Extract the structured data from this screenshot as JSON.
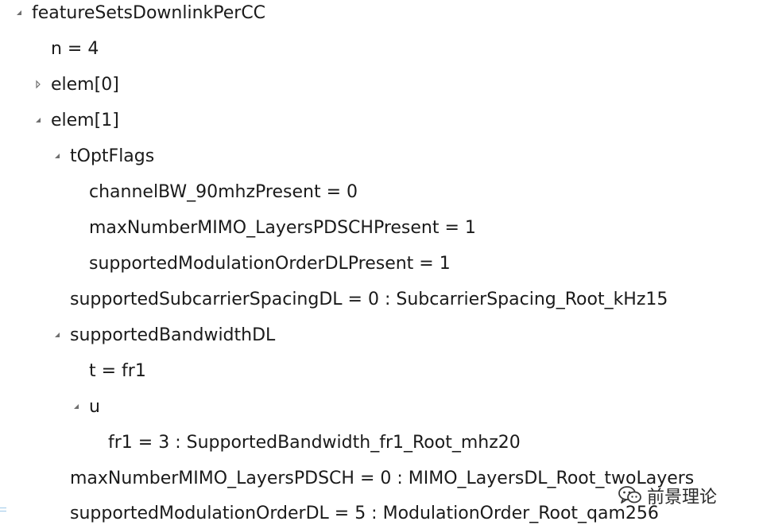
{
  "tree": {
    "rows": [
      {
        "text": "featureSetsDownlinkPerCC",
        "depth": 0,
        "toggle": "expanded"
      },
      {
        "text": "n = 4",
        "depth": 1,
        "toggle": "none"
      },
      {
        "text": "elem[0]",
        "depth": 1,
        "toggle": "collapsed"
      },
      {
        "text": "elem[1]",
        "depth": 1,
        "toggle": "expanded"
      },
      {
        "text": "tOptFlags",
        "depth": 2,
        "toggle": "expanded"
      },
      {
        "text": "channelBW_90mhzPresent = 0",
        "depth": 3,
        "toggle": "none"
      },
      {
        "text": "maxNumberMIMO_LayersPDSCHPresent = 1",
        "depth": 3,
        "toggle": "none"
      },
      {
        "text": "supportedModulationOrderDLPresent = 1",
        "depth": 3,
        "toggle": "none"
      },
      {
        "text": "supportedSubcarrierSpacingDL = 0 : SubcarrierSpacing_Root_kHz15",
        "depth": 2,
        "toggle": "none"
      },
      {
        "text": "supportedBandwidthDL",
        "depth": 2,
        "toggle": "expanded"
      },
      {
        "text": "t = fr1",
        "depth": 3,
        "toggle": "none"
      },
      {
        "text": "u",
        "depth": 3,
        "toggle": "expanded"
      },
      {
        "text": "fr1 = 3 : SupportedBandwidth_fr1_Root_mhz20",
        "depth": 4,
        "toggle": "none"
      },
      {
        "text": "maxNumberMIMO_LayersPDSCH = 0 : MIMO_LayersDL_Root_twoLayers",
        "depth": 2,
        "toggle": "none"
      },
      {
        "text": "supportedModulationOrderDL = 5 : ModulationOrder_Root_qam256",
        "depth": 2,
        "toggle": "none"
      }
    ]
  },
  "watermark": {
    "text": "前景理论",
    "icon": "wechat-icon"
  },
  "colors": {
    "text": "#1a1a1a",
    "toggle": "#6f6f6f",
    "mark": "#9ec9ea"
  }
}
